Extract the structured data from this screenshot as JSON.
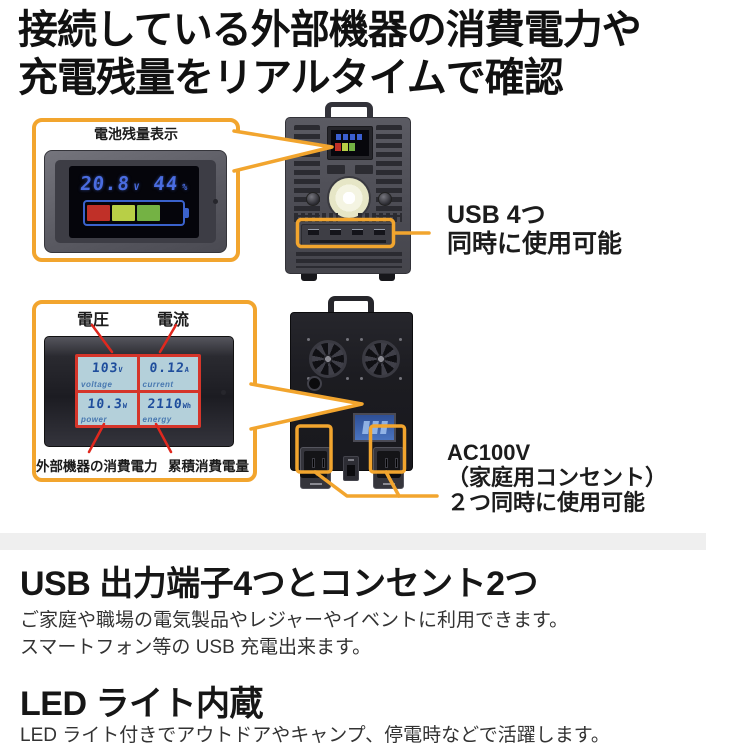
{
  "header": {
    "line1": "接続している外部機器の消費電力や",
    "line2": "充電残量をリアルタイムで確認"
  },
  "battery_section": {
    "callout_label": "電池残量表示",
    "lcd": {
      "voltage": "20.8",
      "voltage_unit": "V",
      "percent": "44",
      "percent_unit": "%"
    },
    "usb_note_line1": "USB 4つ",
    "usb_note_line2": "同時に使用可能"
  },
  "power_section": {
    "label_voltage": "電圧",
    "label_current": "電流",
    "meter": {
      "quadrants": [
        {
          "value": "103",
          "unit": "V",
          "label": "voltage"
        },
        {
          "value": "0.12",
          "unit": "A",
          "label": "current"
        },
        {
          "value": "10.3",
          "unit": "W",
          "label": "power"
        },
        {
          "value": "2110",
          "unit": "Wh",
          "label": "energy"
        }
      ]
    },
    "label_power": "外部機器の消費電力",
    "label_energy": "累積消費電量",
    "ac_note_line1": "AC100V",
    "ac_note_line2": "（家庭用コンセント）",
    "ac_note_line3": "２つ同時に使用可能"
  },
  "usb_section": {
    "heading": "USB 出力端子4つとコンセント2つ",
    "body_line1": "ご家庭や職場の電気製品やレジャーやイベントに利用できます。",
    "body_line2": "スマートフォン等の USB 充電出来ます。"
  },
  "led_section": {
    "heading": "LED ライト内蔵",
    "body": "LED ライト付きでアウトドアやキャンプ、停電時などで活躍します。"
  },
  "colors": {
    "accent_orange": "#F2A52E",
    "annotation_red": "#E0281E",
    "lcd_digit_blue": "#1E4D9C",
    "battery_red": "#C03028",
    "battery_yellow_green": "#B8CF46",
    "battery_green": "#74B244"
  }
}
